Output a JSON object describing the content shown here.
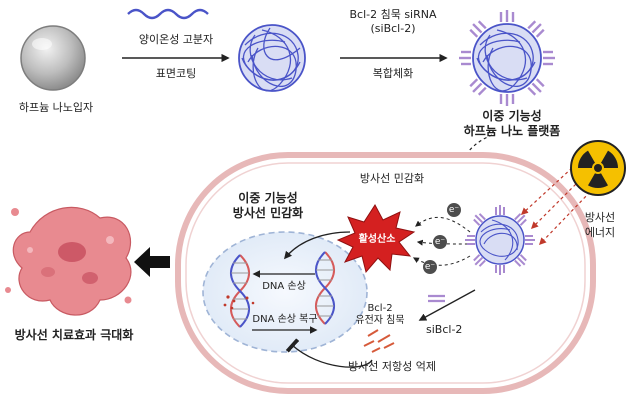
{
  "top_row": {
    "hfo2_label": "하프늄 나노입자",
    "polymer_label": "양이온성 고분자",
    "coating_label": "표면코팅",
    "sirna_label_line1": "Bcl-2 침묵 siRNA",
    "sirna_label_line2": "(siBcl-2)",
    "complex_label": "복합체화",
    "platform_line1": "이중 기능성",
    "platform_line2": "하프늄 나노 플랫폼"
  },
  "cell": {
    "radio_sensitization": "방사선 민감화",
    "dual_line1": "이중 기능성",
    "dual_line2": "방사선 민감화",
    "ros": "활성산소",
    "electron": "e⁻",
    "dna_damage": "DNA 손상",
    "dna_repair": "DNA 손상 복구",
    "bcl2_line1": "Bcl-2",
    "bcl2_line2": "유전자 침묵",
    "sibcl2": "siBcl-2",
    "resistance": "방사선 저항성 억제"
  },
  "radiation": {
    "line1": "방사선",
    "line2": "에너지"
  },
  "outcome": {
    "label": "방사선 치료효과 극대화"
  },
  "colors": {
    "nanoparticle": "#b8b8b8",
    "polymer": "#4a54c8",
    "sirna": "#a98ad0",
    "ros": "#d42020",
    "tumor": "#e88a90",
    "cell_border": "#e7b8b8",
    "nucleus": "#e9f1fb",
    "radiation_yellow": "#f5c000"
  },
  "icons": [
    "nanoparticle-icon",
    "polymer-strand-icon",
    "coated-nanoparticle-icon",
    "sirna-icon",
    "platform-nanoparticle-icon",
    "ros-burst-icon",
    "dna-helix-icon",
    "radiation-hazard-icon",
    "tumor-icon",
    "arrow-icon"
  ]
}
